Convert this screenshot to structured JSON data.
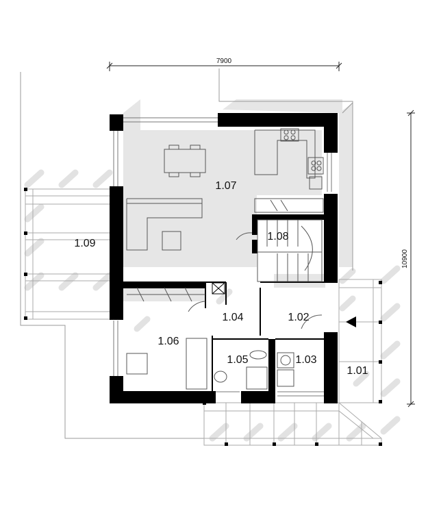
{
  "dimensions": {
    "width_label": "7900",
    "height_label": "10900"
  },
  "rooms": [
    {
      "id": "1.01",
      "label": "1.01"
    },
    {
      "id": "1.02",
      "label": "1.02"
    },
    {
      "id": "1.03",
      "label": "1.03"
    },
    {
      "id": "1.04",
      "label": "1.04"
    },
    {
      "id": "1.05",
      "label": "1.05"
    },
    {
      "id": "1.06",
      "label": "1.06"
    },
    {
      "id": "1.07",
      "label": "1.07"
    },
    {
      "id": "1.08",
      "label": "1.08"
    },
    {
      "id": "1.09",
      "label": "1.09"
    }
  ],
  "colors": {
    "wall": "#000000",
    "shadow": "#e6e6e6",
    "line": "#888888",
    "text": "#111111"
  }
}
